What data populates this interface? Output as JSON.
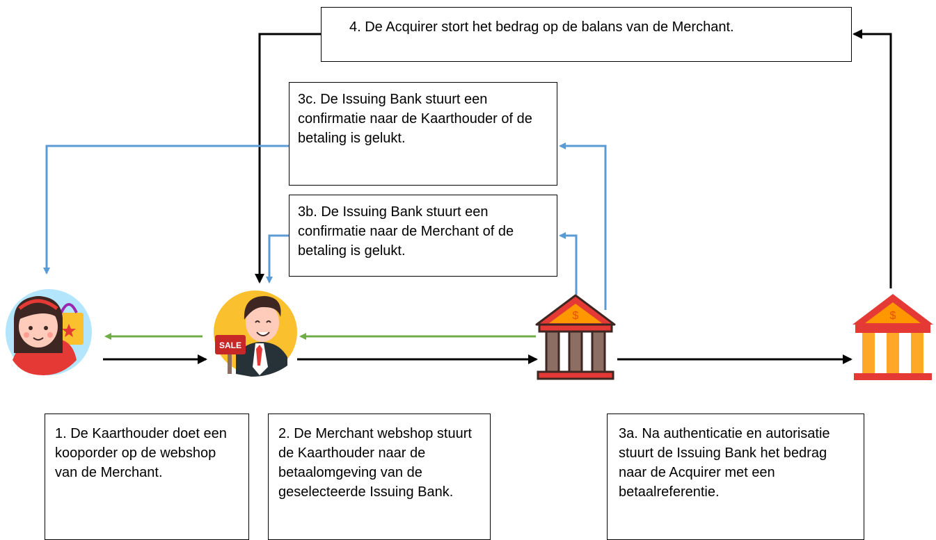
{
  "steps": {
    "step1": "1. De Kaarthouder doet een kooporder op de webshop van de Merchant.",
    "step2": "2. De Merchant webshop stuurt de Kaarthouder naar de betaalomgeving van de geselecteerde Issuing Bank.",
    "step3a": "3a. Na authenticatie en autorisatie stuurt de Issuing Bank het bedrag naar de Acquirer met een betaalreferentie.",
    "step3b": "3b. De Issuing Bank stuurt een confirmatie naar de Merchant of de betaling is gelukt.",
    "step3c": "3c. De Issuing Bank stuurt een confirmatie naar de Kaarthouder of de betaling is gelukt.",
    "step4": "4. De Acquirer stort het bedrag op de balans van de Merchant."
  },
  "icons": {
    "cardholder": "shopper-woman-icon",
    "merchant": "salesman-icon",
    "issuing_bank": "issuing-bank-icon",
    "acquirer": "acquirer-bank-icon",
    "merchant_sign": "SALE"
  },
  "colors": {
    "flow": "#000000",
    "confirmation": "#5b9bd5",
    "return": "#70ad47",
    "bank_roof": "#e53935",
    "bank_orange": "#ff9800",
    "icon_circle": "#fbc02d",
    "shopper_bg": "#b3e5fc"
  }
}
